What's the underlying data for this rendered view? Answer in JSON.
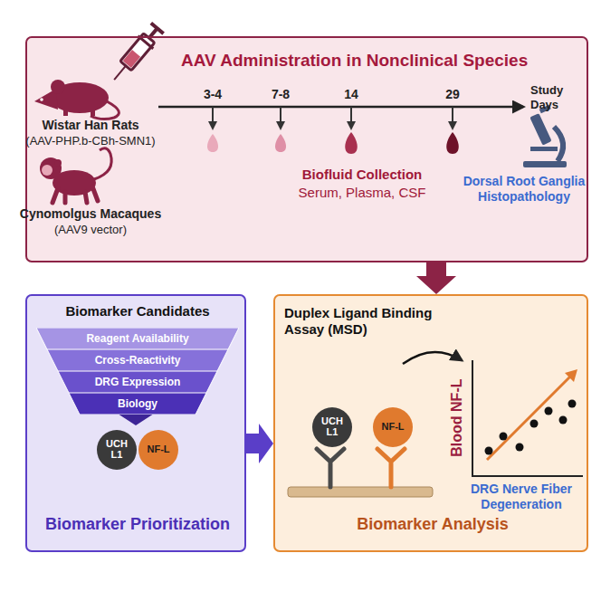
{
  "diagram": {
    "nodes": [
      {
        "text": [
          "AAV Administration in Nonclinical Species"
        ]
      },
      {
        "text": [
          "Biomarker Candidates",
          "Biomarker Prioritization"
        ]
      },
      {
        "text": [
          "Reagent Availability"
        ],
        "in": 1
      },
      {
        "text": [
          "Cross-Reactivity"
        ],
        "in": 1
      },
      {
        "text": [
          "DRG Expression"
        ],
        "in": 1
      },
      {
        "text": [
          "Biology"
        ],
        "in": 1
      },
      {
        "text": [
          "UCH L1"
        ],
        "in": 1
      },
      {
        "text": [
          "NF-L"
        ],
        "in": 1
      },
      {
        "text": [
          "Duplex Ligand Binding Assay (MSD)",
          "Biomarker Analysis"
        ]
      },
      {
        "text": [
          "UCH L1"
        ],
        "in": 8
      },
      {
        "text": [
          "NF-L"
        ],
        "in": 8
      }
    ],
    "edges": [
      {
        "from": 0,
        "to": 8,
        "arrow": "to"
      },
      {
        "from": 1,
        "to": 8,
        "arrow": "to"
      }
    ],
    "labels": [
      "Wistar Han Rats",
      "(AAV-PHP.b-CBh-SMN1)",
      "Cynomolgus Macaques",
      "(AAV9 vector)",
      "3-4",
      "7-8",
      "14",
      "29",
      "Study Days",
      "Biofluid Collection",
      "Serum, Plasma, CSF",
      "Dorsal Root Ganglia Histopathology",
      "Blood NF-L",
      "DRG Nerve Fiber Degeneration"
    ]
  }
}
